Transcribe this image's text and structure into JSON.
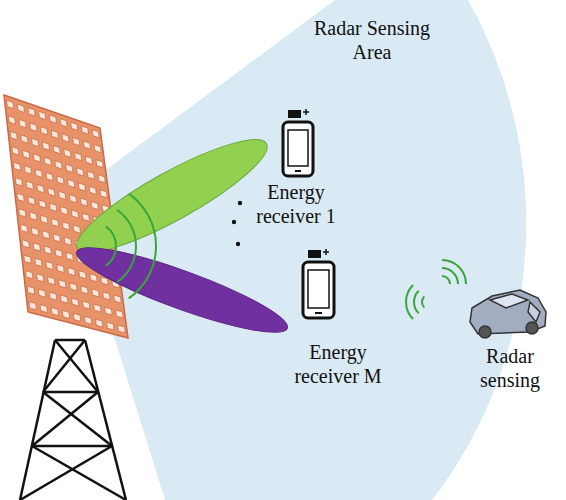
{
  "diagram": {
    "labels": [
      "Radar Sensing Area",
      "Energy receiver 1",
      "Energy receiver M",
      "Radar sensing"
    ]
  }
}
